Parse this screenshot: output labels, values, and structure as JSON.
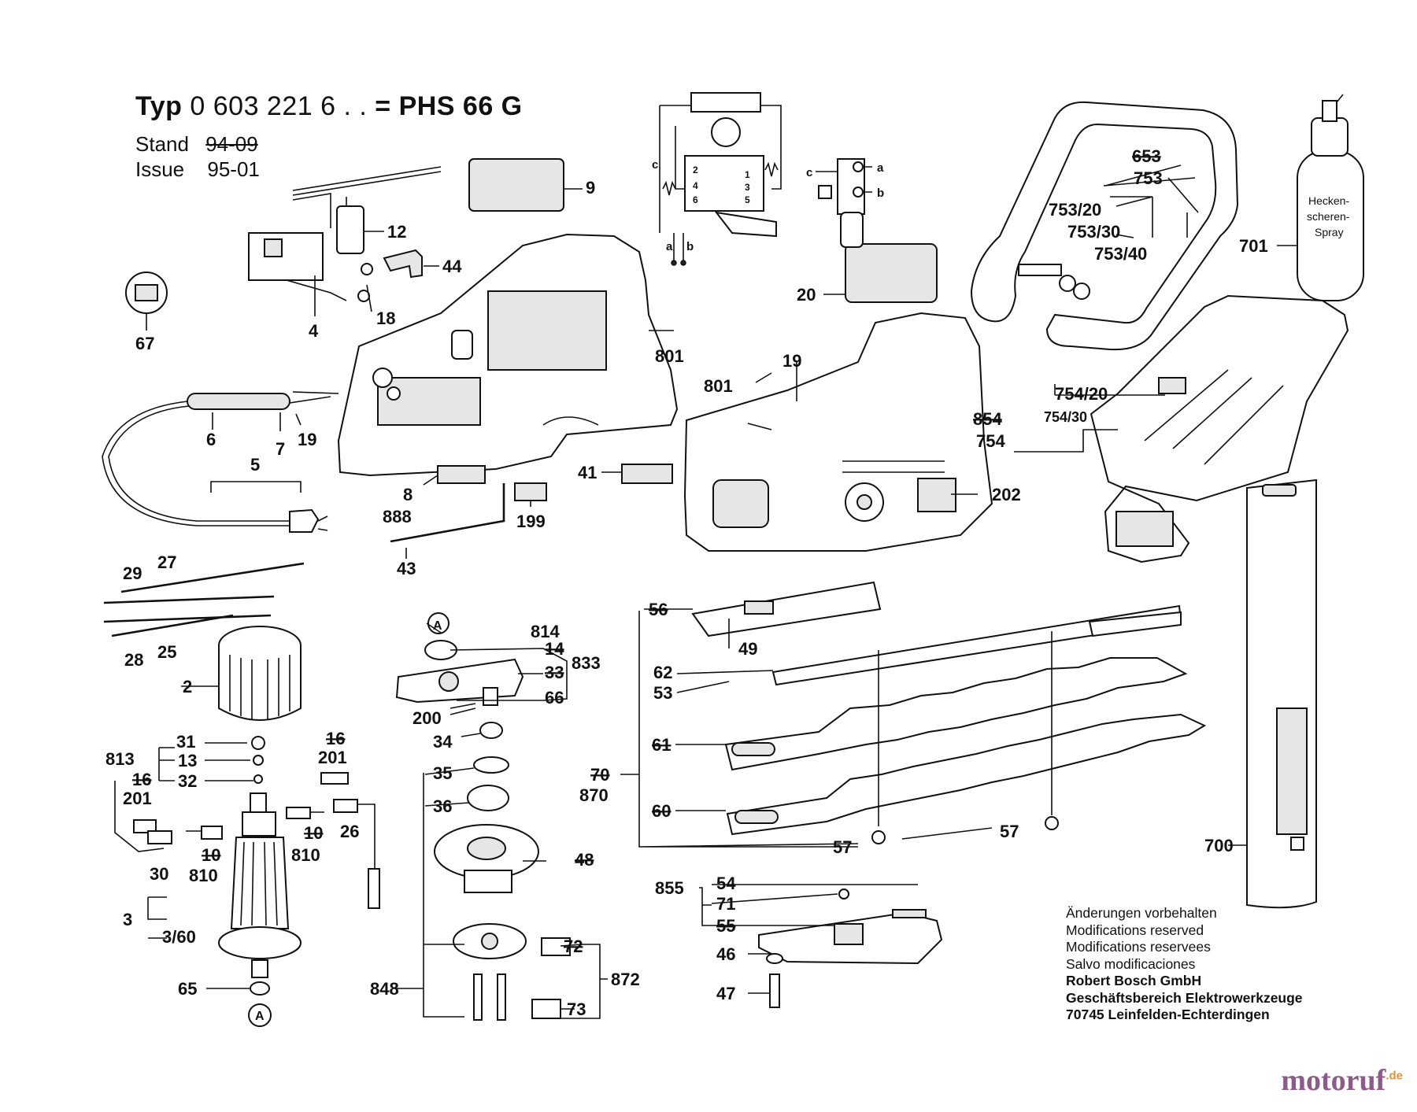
{
  "header": {
    "title_prefix": "Typ",
    "type_number": "0 603 221 6 . .",
    "equals": "=",
    "model": "PHS 66 G",
    "stand_label": "Stand",
    "stand_value": "94-09",
    "issue_label": "Issue",
    "issue_value": "95-01"
  },
  "callouts": {
    "c9": "9",
    "c12": "12",
    "c44": "44",
    "c4": "4",
    "c18": "18",
    "c67": "67",
    "c801a": "801",
    "c801b": "801",
    "c19a": "19",
    "c19b": "19",
    "c6": "6",
    "c7": "7",
    "c5": "5",
    "c8": "8",
    "c888": "888",
    "c41": "41",
    "c199": "199",
    "c43": "43",
    "c20": "20",
    "c653": "653",
    "c753": "753",
    "c753_20": "753/20",
    "c753_30": "753/30",
    "c753_40": "753/40",
    "c701": "701",
    "c754_20": "754/20",
    "c754_30": "754/30",
    "c754": "754",
    "c854": "854",
    "c202": "202",
    "c29": "29",
    "c27": "27",
    "c28": "28",
    "c25": "25",
    "c2": "2",
    "c31": "31",
    "c13": "13",
    "c32": "32",
    "c813": "813",
    "c16a": "16",
    "c201a": "201",
    "c16b": "16",
    "c201b": "201",
    "c30": "30",
    "c10a": "10",
    "c810a": "810",
    "c10b": "10",
    "c810b": "810",
    "c26": "26",
    "c3": "3",
    "c3_60": "3/60",
    "c65": "65",
    "cA1": "A",
    "cA2": "A",
    "c814": "814",
    "c14": "14",
    "c33": "33",
    "c66": "66",
    "c833": "833",
    "c200": "200",
    "c34": "34",
    "c35": "35",
    "c36": "36",
    "c48": "48",
    "c72": "72",
    "c872": "872",
    "c73": "73",
    "c848": "848",
    "c56": "56",
    "c49": "49",
    "c62": "62",
    "c53": "53",
    "c61": "61",
    "c70": "70",
    "c870": "870",
    "c60": "60",
    "c57a": "57",
    "c57b": "57",
    "c855": "855",
    "c54": "54",
    "c71": "71",
    "c55": "55",
    "c46": "46",
    "c47": "47",
    "c700": "700",
    "wire_a": "a",
    "wire_b": "b",
    "wire_c": "c",
    "sw_a": "a",
    "sw_b": "b",
    "sw_c": "c",
    "term_2": "2",
    "term_4": "4",
    "term_6": "6",
    "term_1": "1",
    "term_3": "3",
    "term_5": "5",
    "spray_label_1": "Hecken-",
    "spray_label_2": "scheren-",
    "spray_label_3": "Spray"
  },
  "footer": {
    "line1": "Änderungen vorbehalten",
    "line2": "Modifications reserved",
    "line3": "Modifications reservees",
    "line4": "Salvo modificaciones",
    "line5": "Robert Bosch GmbH",
    "line6": "Geschäftsbereich Elektrowerkzeuge",
    "line7": "70745 Leinfelden-Echterdingen"
  },
  "watermark": {
    "text": "motoruf",
    "suffix": ".de"
  }
}
